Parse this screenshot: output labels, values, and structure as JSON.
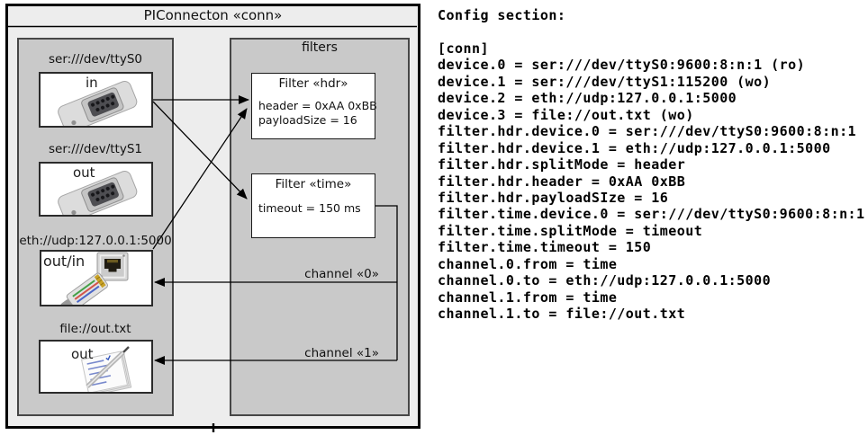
{
  "diagram": {
    "title": "PIConnecton «conn»",
    "filters_panel_title": "filters",
    "devices": [
      {
        "label": "ser:///dev/ttyS0",
        "direction": "in",
        "icon": "serial-connector"
      },
      {
        "label": "ser:///dev/ttyS1",
        "direction": "out",
        "icon": "serial-connector"
      },
      {
        "label": "eth://udp:127.0.0.1:5000",
        "direction": "out/in",
        "icon": "ethernet-connector"
      },
      {
        "label": "file://out.txt",
        "direction": "out",
        "icon": "notepad"
      }
    ],
    "filters": [
      {
        "title": "Filter «hdr»",
        "attributes": [
          "header = 0xAA 0xBB",
          "payloadSize = 16"
        ]
      },
      {
        "title": "Filter «time»",
        "attributes": [
          "timeout = 150 ms"
        ]
      }
    ],
    "channels": [
      {
        "label": "channel «0»"
      },
      {
        "label": "channel «1»"
      }
    ],
    "colors": {
      "outer_fill": "#ededed",
      "panel_fill": "#c9c9c9",
      "box_fill": "#ffffff",
      "line": "#000000"
    }
  },
  "config": {
    "heading": "Config section:",
    "lines": [
      "[conn]",
      "device.0 = ser:///dev/ttyS0:9600:8:n:1 (ro)",
      "device.1 = ser:///dev/ttyS1:115200 (wo)",
      "device.2 = eth://udp:127.0.0.1:5000",
      "device.3 = file://out.txt (wo)",
      "filter.hdr.device.0 = ser:///dev/ttyS0:9600:8:n:1",
      "filter.hdr.device.1 = eth://udp:127.0.0.1:5000",
      "filter.hdr.splitMode = header",
      "filter.hdr.header = 0xAA 0xBB",
      "filter.hdr.payloadSIze = 16",
      "filter.time.device.0 = ser:///dev/ttyS0:9600:8:n:1",
      "filter.time.splitMode = timeout",
      "filter.time.timeout = 150",
      "channel.0.from = time",
      "channel.0.to = eth://udp:127.0.0.1:5000",
      "channel.1.from = time",
      "channel.1.to = file://out.txt"
    ]
  }
}
